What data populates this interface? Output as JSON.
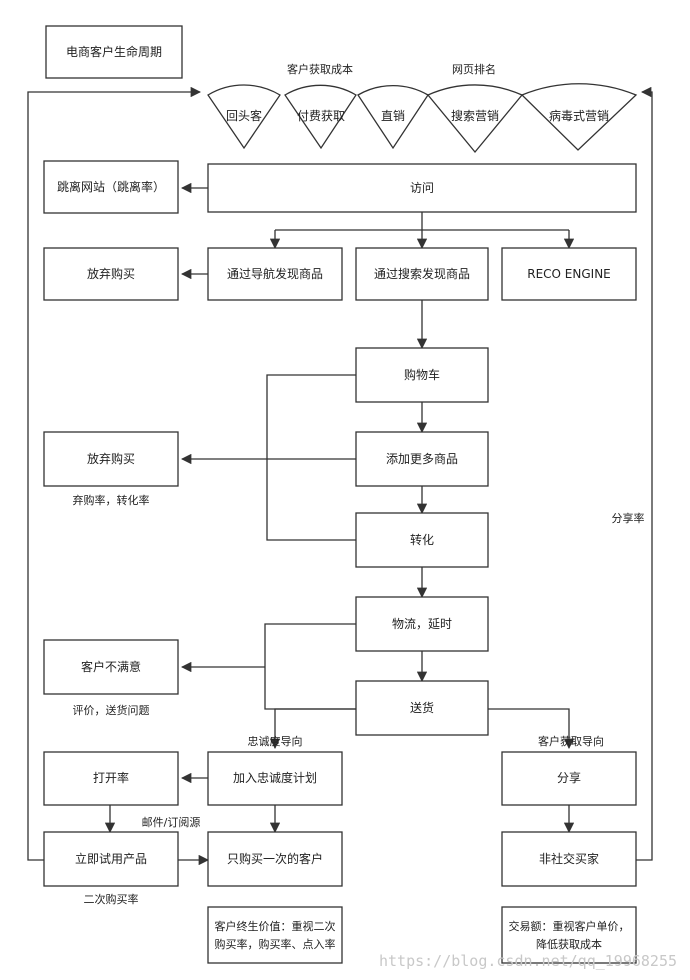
{
  "title": "电商客户生命周期",
  "channels": [
    "回头客",
    "付费获取",
    "直销",
    "搜索营销",
    "病毒式营销"
  ],
  "annotations": {
    "acquisition_cost": "客户获取成本",
    "page_rank": "网页排名",
    "share_rate": "分享率",
    "abandon_conversion": "弃购率，转化率",
    "review_delivery": "评价，送货问题",
    "loyalty_oriented": "忠诚度导向",
    "acquisition_oriented": "客户获取导向",
    "email_subscription": "邮件/订阅源",
    "repurchase_rate": "二次购买率"
  },
  "boxes": {
    "bounce": "跳离网站（跳离率）",
    "visit": "访问",
    "abandon1": "放弃购买",
    "nav": "通过导航发现商品",
    "search": "通过搜索发现商品",
    "reco": "RECO ENGINE",
    "cart": "购物车",
    "abandon2": "放弃购买",
    "addmore": "添加更多商品",
    "convert": "转化",
    "logistics": "物流，延时",
    "unhappy": "客户不满意",
    "deliver": "送货",
    "openrate": "打开率",
    "loyalty": "加入忠诚度计划",
    "share": "分享",
    "trial": "立即试用产品",
    "once": "只购买一次的客户",
    "nonsocial": "非社交买家"
  },
  "notes": {
    "ltv_line1": "客户终生价值：重视二次",
    "ltv_line2": "购买率，购买率、点入率",
    "gmv_line1": "交易额：重视客户单价，",
    "gmv_line2": "降低获取成本"
  },
  "watermark": "https://blog.csdn.net/qq_19968255"
}
